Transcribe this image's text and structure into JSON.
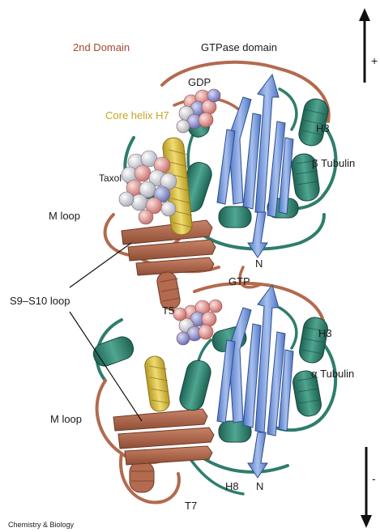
{
  "labels": {
    "second_domain": "2nd Domain",
    "gtpase_domain": "GTPase domain",
    "gdp": "GDP",
    "core_helix": "Core helix H7",
    "taxol": "Taxol",
    "h3_top": "H3",
    "beta_tubulin": "β Tubulin",
    "m_loop_top": "M loop",
    "n_top": "N",
    "gtp": "GTP",
    "s9_s10_loop": "S9–S10 loop",
    "t5": "T5",
    "h3_bottom": "H3",
    "alpha_tubulin": "α Tubulin",
    "m_loop_bottom": "M loop",
    "h8": "H8",
    "n_bottom": "N",
    "t7": "T7",
    "credit": "Chemistry & Biology",
    "plus": "+",
    "minus": "-"
  },
  "colors": {
    "second_domain_label": "#a8482c",
    "core_helix_label": "#c9a520",
    "text": "#1a1a1a",
    "ribbon_brown": "#b36a4e",
    "ribbon_teal": "#2f7d6c",
    "ribbon_blue": "#6f93d6",
    "helix_yellow": "#d8c24a",
    "ligand_pink": "#e79a94",
    "ligand_white": "#e8e8ee",
    "ligand_blue": "#8f97d6"
  },
  "icons": {
    "top_arrow": "arrow-up-icon",
    "bottom_arrow": "arrow-down-icon"
  }
}
